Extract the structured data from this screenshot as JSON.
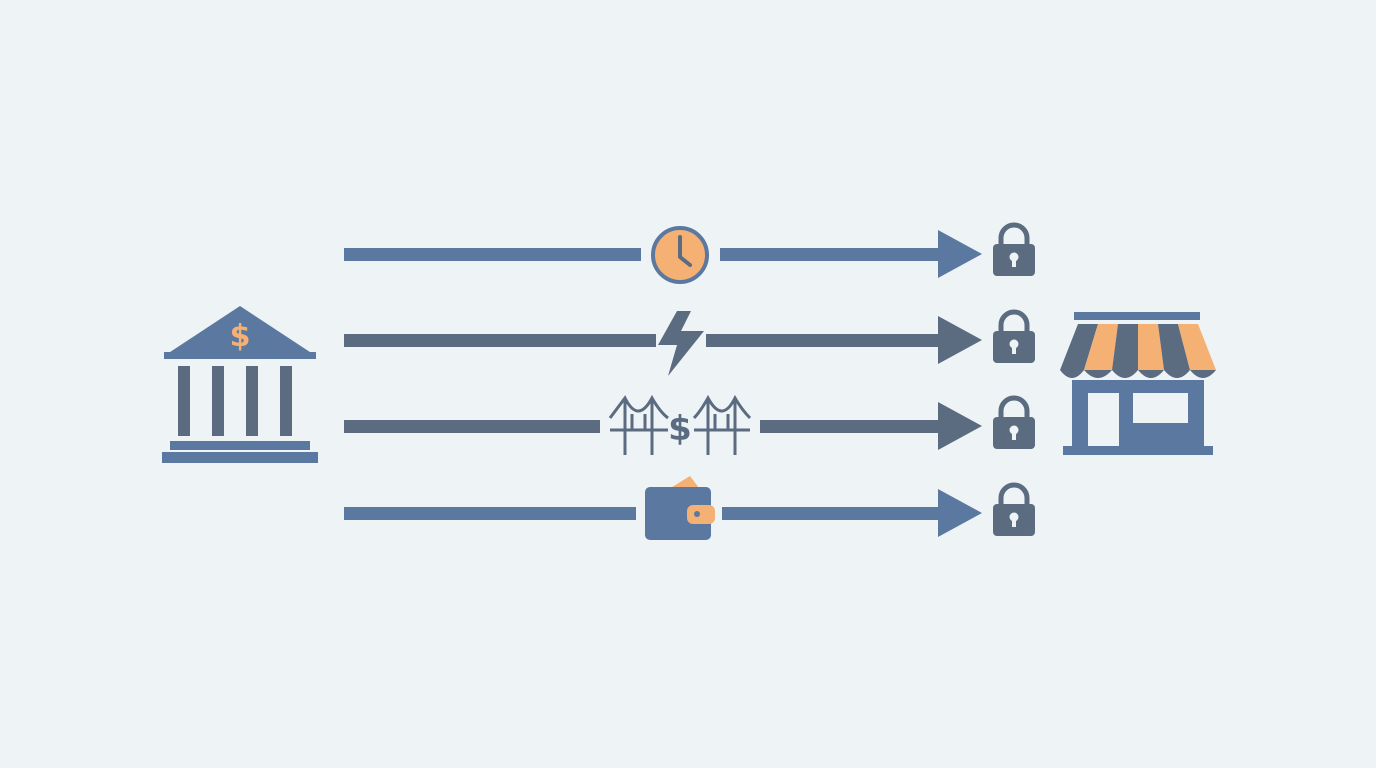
{
  "colors": {
    "background": "#eef3f6",
    "slate_blue": "#5a78a0",
    "dark_slate": "#5b6b80",
    "orange": "#f5b173",
    "white": "#eef3f6"
  },
  "bank": {
    "icon": "bank-icon",
    "symbol": "$"
  },
  "store": {
    "icon": "storefront-icon"
  },
  "flows": [
    {
      "icon": "clock-icon",
      "color": "slate_blue",
      "end_icon": "padlock-icon"
    },
    {
      "icon": "lightning-icon",
      "color": "dark_slate",
      "end_icon": "padlock-icon"
    },
    {
      "icon": "bridge-dollar-icon",
      "color": "dark_slate",
      "symbol": "$",
      "end_icon": "padlock-icon"
    },
    {
      "icon": "wallet-icon",
      "color": "slate_blue",
      "end_icon": "padlock-icon"
    }
  ]
}
